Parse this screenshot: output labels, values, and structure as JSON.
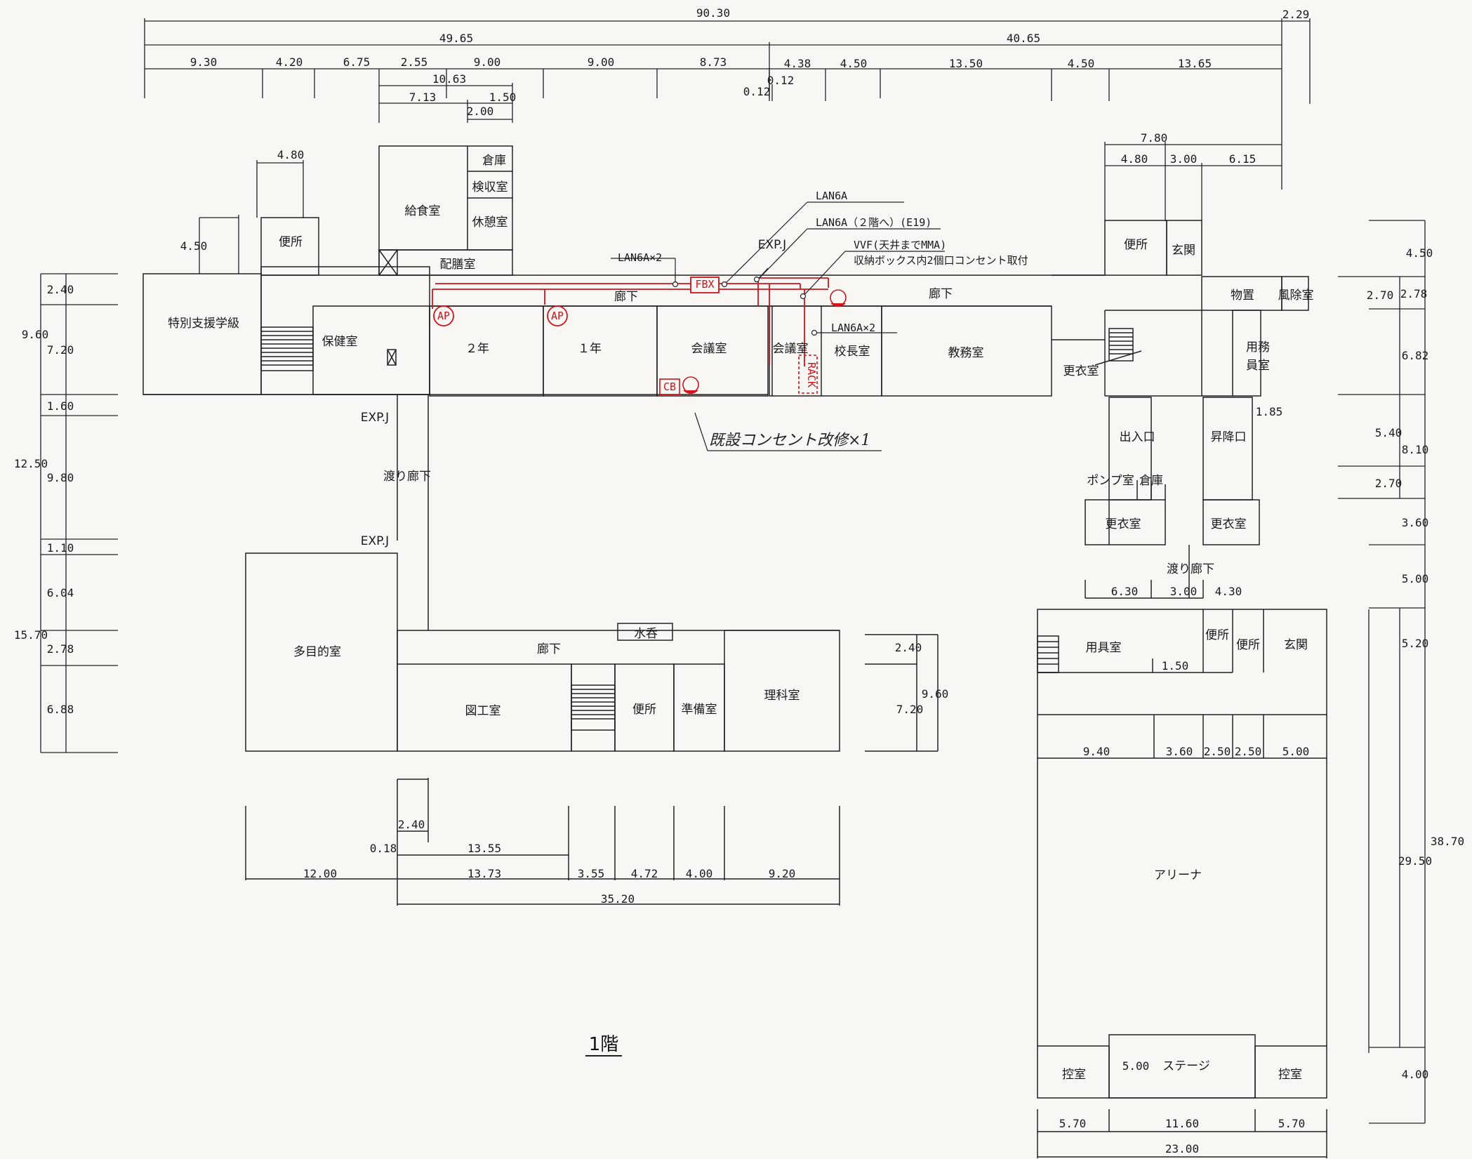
{
  "floor_label": "1階",
  "top_dims": {
    "total": "90.30",
    "right_small": "2.29",
    "left_block": "49.65",
    "right_block": "40.65",
    "row": [
      "9.30",
      "4.20",
      "6.75",
      "2.55",
      "9.00",
      "9.00",
      "8.73",
      "4.38",
      "4.50",
      "13.50",
      "4.50",
      "13.65"
    ],
    "sub1": "10.63",
    "sub2": "7.13",
    "sub3": "1.50",
    "sub4": "2.00",
    "sub5": "0.12",
    "sub6": "0.12",
    "dim_480": "4.80",
    "dim_450": "4.50",
    "right_top": "7.80",
    "right_480": "4.80",
    "right_300": "3.00",
    "right_615": "6.15"
  },
  "rooms": {
    "kyushoku": "給食室",
    "souko1": "倉庫",
    "kenshu": "検収室",
    "kyukei": "休憩室",
    "haizen": "配膳室",
    "benjo1": "便所",
    "tokubetsu": "特別支援学級",
    "hoken": "保健室",
    "nen2": "２年",
    "nen1": "１年",
    "kaigi1": "会議室",
    "kaigi2": "会議室",
    "kocho": "校長室",
    "kyomu": "教務室",
    "roka1": "廊下",
    "roka2": "廊下",
    "benjo2": "便所",
    "genkan1": "玄関",
    "monooki": "物置",
    "fujo": "風除室",
    "yomu": "用務",
    "yomuin": "員室",
    "koui1": "更衣室",
    "deiri": "出入口",
    "shoko": "昇降口",
    "pump": "ポンプ室",
    "souko2": "倉庫",
    "koui2": "更衣室",
    "koui3": "更衣室",
    "watari1": "渡り廊下",
    "watari2": "渡り廊下",
    "expj1": "EXP.J",
    "expj2": "EXP.J",
    "expj3": "EXP.J",
    "tamokuteki": "多目的室",
    "roka3": "廊下",
    "mizunomi": "水呑",
    "zuko": "図工室",
    "benjo3": "便所",
    "junbi": "準備室",
    "rika": "理科室",
    "yogu": "用具室",
    "benjo4": "便所",
    "benjo5": "便所",
    "genkan2": "玄関",
    "arena": "アリーナ",
    "stage": "ステージ",
    "hikae1": "控室",
    "hikae2": "控室"
  },
  "notes": {
    "lan6a": "LAN6A",
    "lan6a_2f": "LAN6A（２階へ）(E19)",
    "vvf": "VVF(天井までMMA)",
    "outlet": "収納ボックス内2個口コンセント取付",
    "lan6a_x2_left": "LAN6A×2",
    "lan6a_x2_right": "LAN6A×2",
    "handwritten": "既設コンセント改修×1"
  },
  "symbols": {
    "ap": "AP",
    "fbx": "FBX",
    "rack": "RACK",
    "cb": "CB"
  },
  "left_dims": {
    "a": "2.40",
    "b": "9.60",
    "c": "7.20",
    "d": "1.60",
    "e": "12.50",
    "f": "9.80",
    "g": "1.10",
    "h": "6.04",
    "i": "15.70",
    "j": "2.78",
    "k": "6.88"
  },
  "right_dims": {
    "a": "4.50",
    "b": "2.70",
    "c": "2.78",
    "d": "6.82",
    "e": "5.40",
    "f": "8.10",
    "g": "2.70",
    "h": "3.60",
    "i": "5.00",
    "j": "5.20",
    "k": "38.70",
    "l": "29.50",
    "m": "4.00"
  },
  "mid_dims": {
    "d185": "1.85",
    "d630": "6.30",
    "d300": "3.00",
    "d430": "4.30",
    "d150": "1.50",
    "d940": "9.40",
    "d360": "3.60",
    "d250a": "2.50",
    "d250b": "2.50",
    "d500": "5.00",
    "stage_dim": "5.00",
    "b570a": "5.70",
    "b1160": "11.60",
    "b570b": "5.70",
    "b2300": "23.00",
    "r240": "2.40",
    "r960": "9.60",
    "r720": "7.20"
  },
  "bottom_dims": {
    "d240": "2.40",
    "d018": "0.18",
    "d1355": "13.55",
    "d1200": "12.00",
    "d1373": "13.73",
    "d355": "3.55",
    "d472": "4.72",
    "d400": "4.00",
    "d920": "9.20",
    "d3520": "35.20"
  },
  "colors": {
    "line": "#222222",
    "red": "#d4121b",
    "paper": "#f8f7f4"
  }
}
